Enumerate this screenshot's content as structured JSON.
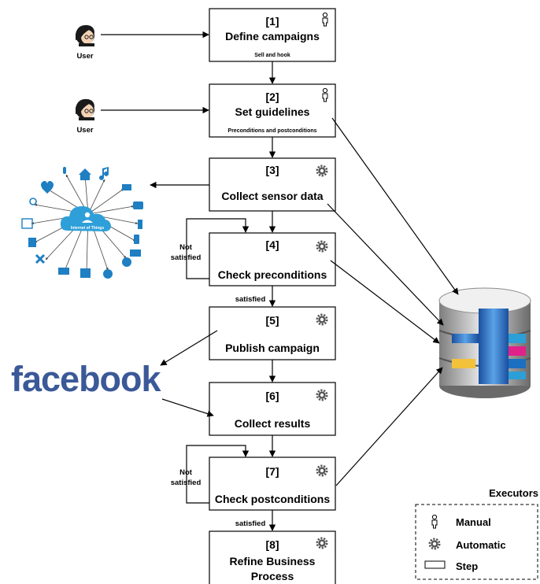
{
  "steps": [
    {
      "num": "[1]",
      "title": "Define campaigns",
      "sub": "Sell and hook",
      "executor": "manual"
    },
    {
      "num": "[2]",
      "title": "Set guidelines",
      "sub": "Preconditions and postconditions",
      "executor": "manual"
    },
    {
      "num": "[3]",
      "title": "Collect sensor data",
      "executor": "automatic"
    },
    {
      "num": "[4]",
      "title": "Check preconditions",
      "executor": "automatic"
    },
    {
      "num": "[5]",
      "title": "Publish campaign",
      "executor": "automatic"
    },
    {
      "num": "[6]",
      "title": "Collect results",
      "executor": "automatic"
    },
    {
      "num": "[7]",
      "title": "Check postconditions",
      "executor": "automatic"
    },
    {
      "num": "[8]",
      "title_line1": "Refine Business",
      "title_line2": "Process",
      "executor": "automatic"
    }
  ],
  "actors": {
    "user1": "User",
    "user2": "User"
  },
  "conditions": {
    "not_satisfied_1_line1": "Not",
    "not_satisfied_1_line2": "satisfied",
    "satisfied_1": "satisfied",
    "not_satisfied_2_line1": "Not",
    "not_satisfied_2_line2": "satisfied",
    "satisfied_2": "satisfied"
  },
  "iot_label": "Internet of Things",
  "facebook_logo": "facebook",
  "legend": {
    "title": "Executors",
    "manual": "Manual",
    "automatic": "Automatic",
    "step": "Step"
  },
  "icons": {
    "manual": "person-outline-icon",
    "automatic": "gear-icon",
    "user": "user-avatar-icon",
    "database": "database-icon",
    "cloud": "cloud-icon"
  },
  "colors": {
    "facebook": "#3b5998",
    "iot_cloud": "#2e9fd8",
    "iot_icons": "#1e7fc2"
  }
}
